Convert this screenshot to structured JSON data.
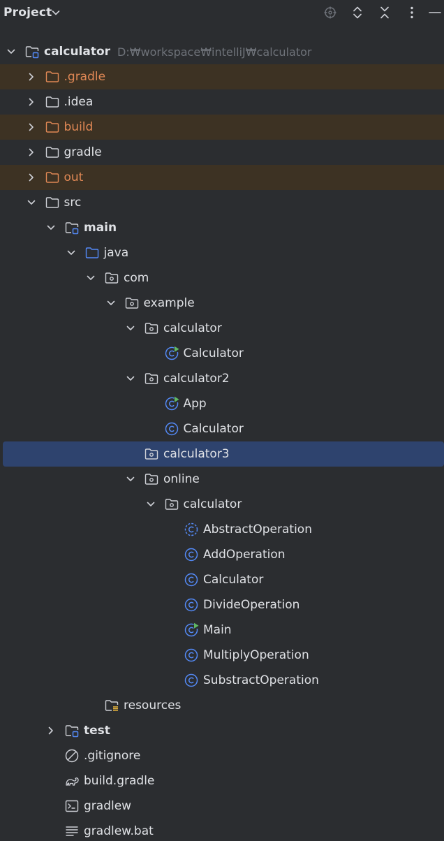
{
  "header": {
    "title": "Project"
  },
  "tree": [
    {
      "key": "calculator-root",
      "label": "calculator",
      "hint": "D:₩workspace₩intelliJ₩calculator",
      "depth": 0,
      "expand": "open",
      "icon": "module-folder",
      "bold": true
    },
    {
      "key": "gradle-dot",
      "label": ".gradle",
      "depth": 1,
      "expand": "closed",
      "icon": "folder-excluded",
      "excluded": true
    },
    {
      "key": "idea",
      "label": ".idea",
      "depth": 1,
      "expand": "closed",
      "icon": "folder"
    },
    {
      "key": "build",
      "label": "build",
      "depth": 1,
      "expand": "closed",
      "icon": "folder-excluded",
      "excluded": true
    },
    {
      "key": "gradle",
      "label": "gradle",
      "depth": 1,
      "expand": "closed",
      "icon": "folder"
    },
    {
      "key": "out",
      "label": "out",
      "depth": 1,
      "expand": "closed",
      "icon": "folder-excluded",
      "excluded": true
    },
    {
      "key": "src",
      "label": "src",
      "depth": 1,
      "expand": "open",
      "icon": "folder"
    },
    {
      "key": "main",
      "label": "main",
      "depth": 2,
      "expand": "open",
      "icon": "module-folder",
      "bold": true
    },
    {
      "key": "java",
      "label": "java",
      "depth": 3,
      "expand": "open",
      "icon": "source-folder"
    },
    {
      "key": "com",
      "label": "com",
      "depth": 4,
      "expand": "open",
      "icon": "package"
    },
    {
      "key": "example",
      "label": "example",
      "depth": 5,
      "expand": "open",
      "icon": "package"
    },
    {
      "key": "pkg-calculator",
      "label": "calculator",
      "depth": 6,
      "expand": "open",
      "icon": "package"
    },
    {
      "key": "class-calculator-1",
      "label": "Calculator",
      "depth": 7,
      "expand": "none",
      "icon": "class-runnable"
    },
    {
      "key": "pkg-calculator2",
      "label": "calculator2",
      "depth": 6,
      "expand": "open",
      "icon": "package"
    },
    {
      "key": "class-app",
      "label": "App",
      "depth": 7,
      "expand": "none",
      "icon": "class-runnable"
    },
    {
      "key": "class-calculator-2",
      "label": "Calculator",
      "depth": 7,
      "expand": "none",
      "icon": "class"
    },
    {
      "key": "pkg-calculator3",
      "label": "calculator3",
      "depth": 6,
      "expand": "none",
      "icon": "package",
      "selected": true
    },
    {
      "key": "pkg-online",
      "label": "online",
      "depth": 6,
      "expand": "open",
      "icon": "package"
    },
    {
      "key": "pkg-online-calculator",
      "label": "calculator",
      "depth": 7,
      "expand": "open",
      "icon": "package"
    },
    {
      "key": "class-abstractoperation",
      "label": "AbstractOperation",
      "depth": 8,
      "expand": "none",
      "icon": "class-abstract"
    },
    {
      "key": "class-addoperation",
      "label": "AddOperation",
      "depth": 8,
      "expand": "none",
      "icon": "class"
    },
    {
      "key": "class-calculator-3",
      "label": "Calculator",
      "depth": 8,
      "expand": "none",
      "icon": "class"
    },
    {
      "key": "class-divideoperation",
      "label": "DivideOperation",
      "depth": 8,
      "expand": "none",
      "icon": "class"
    },
    {
      "key": "class-main",
      "label": "Main",
      "depth": 8,
      "expand": "none",
      "icon": "class-runnable"
    },
    {
      "key": "class-multiplyoperation",
      "label": "MultiplyOperation",
      "depth": 8,
      "expand": "none",
      "icon": "class"
    },
    {
      "key": "class-substractoperation",
      "label": "SubstractOperation",
      "depth": 8,
      "expand": "none",
      "icon": "class"
    },
    {
      "key": "resources",
      "label": "resources",
      "depth": 4,
      "expand": "none",
      "icon": "resources-folder"
    },
    {
      "key": "test",
      "label": "test",
      "depth": 2,
      "expand": "closed",
      "icon": "module-folder",
      "bold": true
    },
    {
      "key": "gitignore",
      "label": ".gitignore",
      "depth": 2,
      "expand": "none",
      "icon": "ignore-file"
    },
    {
      "key": "build-gradle",
      "label": "build.gradle",
      "depth": 2,
      "expand": "none",
      "icon": "gradle-file"
    },
    {
      "key": "gradlew",
      "label": "gradlew",
      "depth": 2,
      "expand": "none",
      "icon": "shell-file"
    },
    {
      "key": "gradlew-bat",
      "label": "gradlew.bat",
      "depth": 2,
      "expand": "none",
      "icon": "text-file"
    }
  ],
  "colors": {
    "background": "#2b2d30",
    "text": "#dfe1e5",
    "excluded_text": "#e08855",
    "excluded_row": "#3d3223",
    "selected_row": "#2e436e",
    "class_icon": "#548af7",
    "run_marker": "#5fb865",
    "hint_text": "#6f737a"
  }
}
